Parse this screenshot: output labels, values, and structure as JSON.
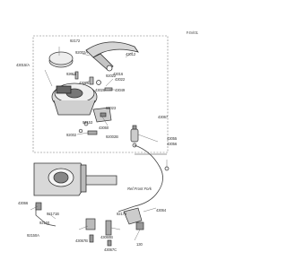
{
  "diagram": {
    "corner_code": "F4Vi01",
    "note_text": "Ref.Front Fork",
    "parts": [
      "92172",
      "92002A",
      "43012",
      "43015/A",
      "92015",
      "43026",
      "92022",
      "43022",
      "43028",
      "43016",
      "43049",
      "92023",
      "92153",
      "92002",
      "43060",
      "92002B",
      "43067",
      "43055",
      "43056",
      "92171B",
      "43066",
      "92176",
      "43064",
      "130",
      "43067B",
      "43060B",
      "92150A",
      "92150",
      "43067C"
    ]
  }
}
